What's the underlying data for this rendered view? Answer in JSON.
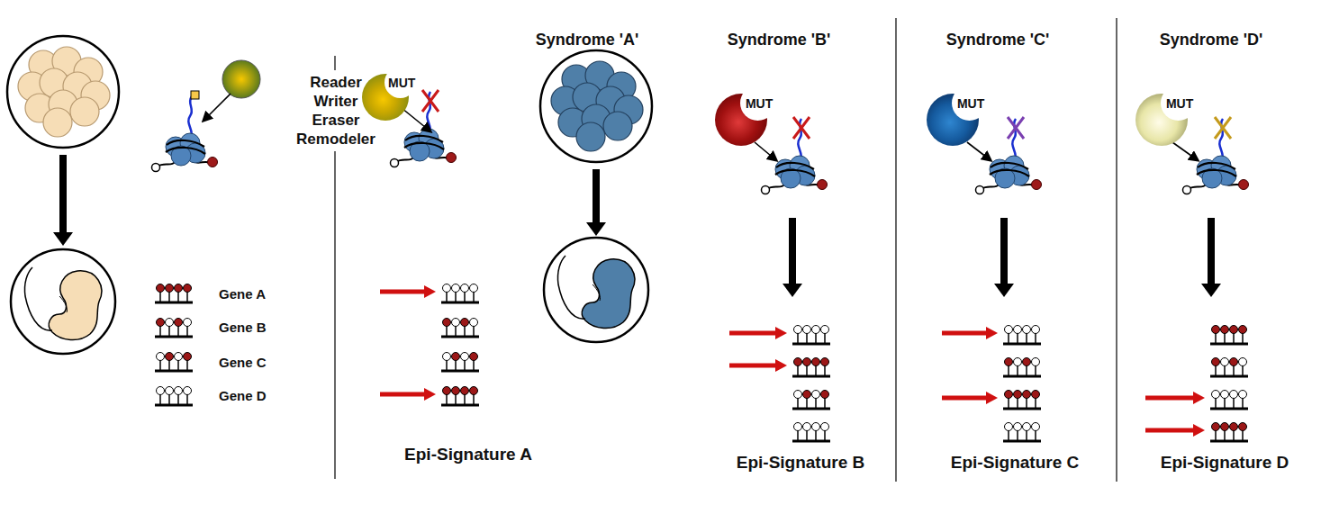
{
  "diagram": {
    "nodes": [
      {
        "text": [
          "MUT"
        ]
      },
      {
        "text": [
          "MUT"
        ]
      },
      {
        "text": [
          "MUT"
        ]
      },
      {
        "text": [
          "MUT"
        ]
      }
    ],
    "labels": [
      "Reader",
      "Writer",
      "Eraser",
      "Remodeler",
      "Syndrome 'A'",
      "Syndrome 'B'",
      "Syndrome 'C'",
      "Syndrome 'D'",
      "Gene A",
      "Gene B",
      "Gene C",
      "Gene D",
      "Epi-Signature A",
      "Epi-Signature B",
      "Epi-Signature C",
      "Epi-Signature D"
    ]
  }
}
